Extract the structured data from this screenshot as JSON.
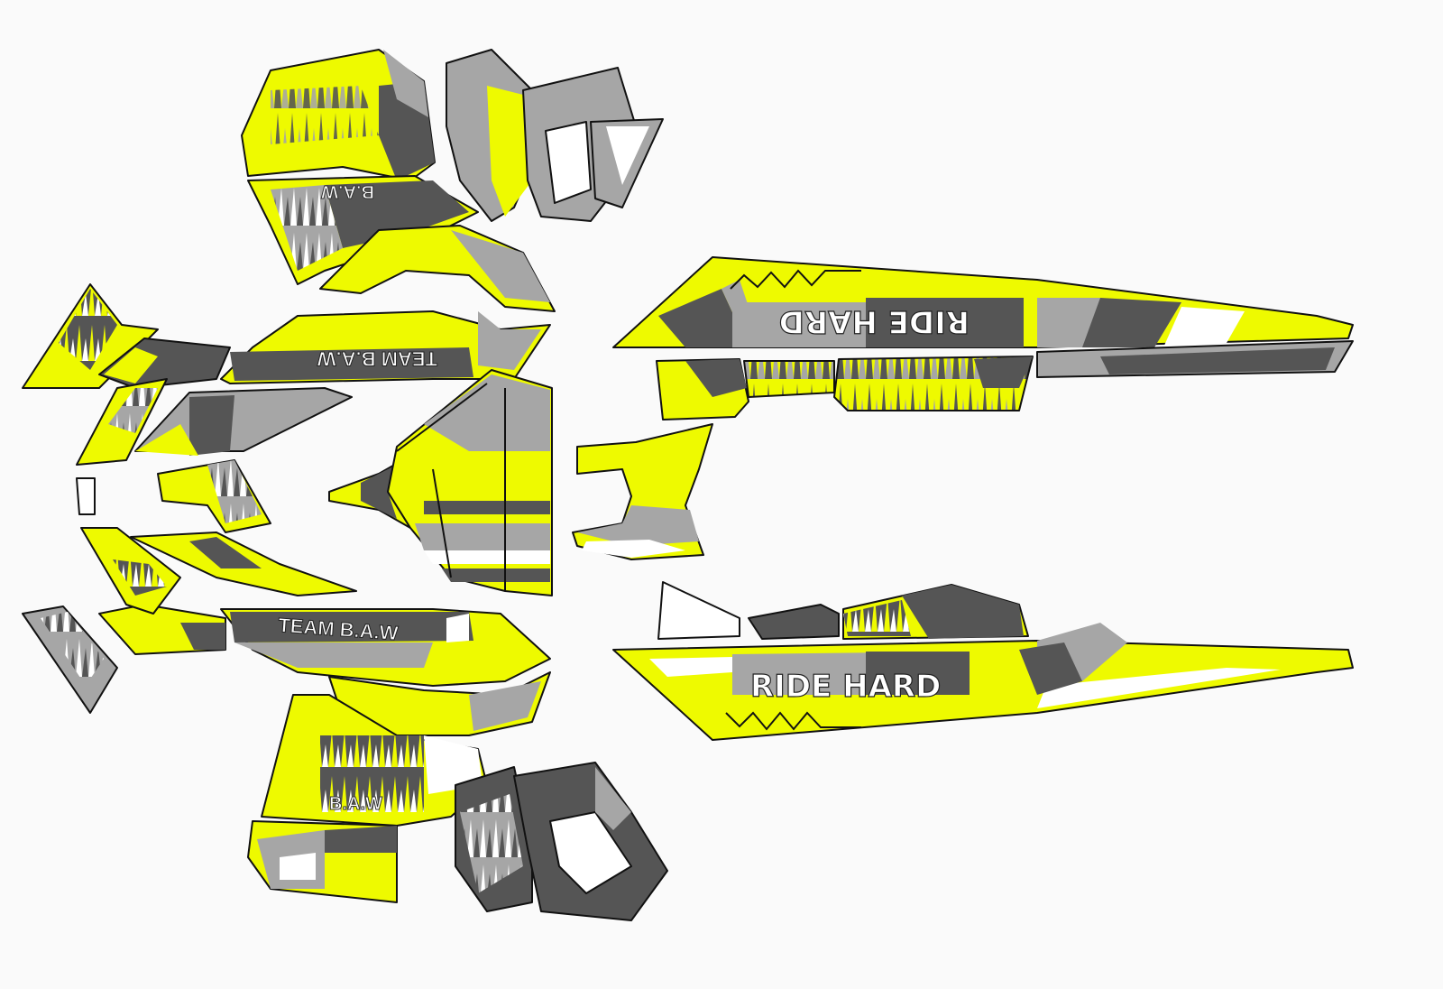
{
  "colors": {
    "background": "#fafafa",
    "yellow": "#eefa00",
    "dark_gray": "#555555",
    "light_gray": "#a6a6a6",
    "white": "#ffffff",
    "outline": "#111111"
  },
  "graphics": {
    "team_label_top": "TEAM B.A.W",
    "team_label_bottom": "TEAM B.A.W",
    "brand_label_top": "B.A.W",
    "brand_label_bottom": "B.A.W",
    "slogan_top": "RIDE HARD",
    "slogan_bottom": "RIDE HARD"
  }
}
